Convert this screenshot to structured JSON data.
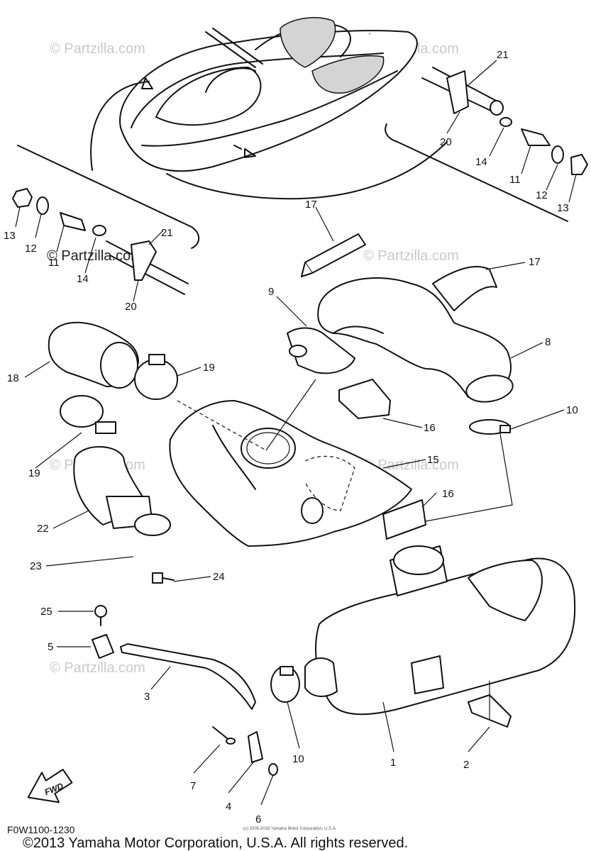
{
  "watermark": "© Partzilla.com",
  "figure_code": "F0W1100-1230",
  "copyright": "©2013 Yamaha Motor Corporation, U.S.A. All rights reserved.",
  "fine_print": "(c) 2005-2016 Yamaha Motor Corporation, U.S.A.",
  "fwd_arrow": "FWD",
  "callouts": {
    "n1": "1",
    "n2": "2",
    "n3": "3",
    "n4": "4",
    "n5": "5",
    "n6": "6",
    "n7": "7",
    "n8": "8",
    "n9": "9",
    "n10a": "10",
    "n10b": "10",
    "n11a": "11",
    "n11b": "11",
    "n12a": "12",
    "n12b": "12",
    "n13a": "13",
    "n13b": "13",
    "n14a": "14",
    "n14b": "14",
    "n15": "15",
    "n16a": "16",
    "n16b": "16",
    "n17a": "17",
    "n17b": "17",
    "n18": "18",
    "n19a": "19",
    "n19b": "19",
    "n20a": "20",
    "n20b": "20",
    "n21a": "21",
    "n21b": "21",
    "n22": "22",
    "n23": "23",
    "n24": "24",
    "n25": "25"
  }
}
